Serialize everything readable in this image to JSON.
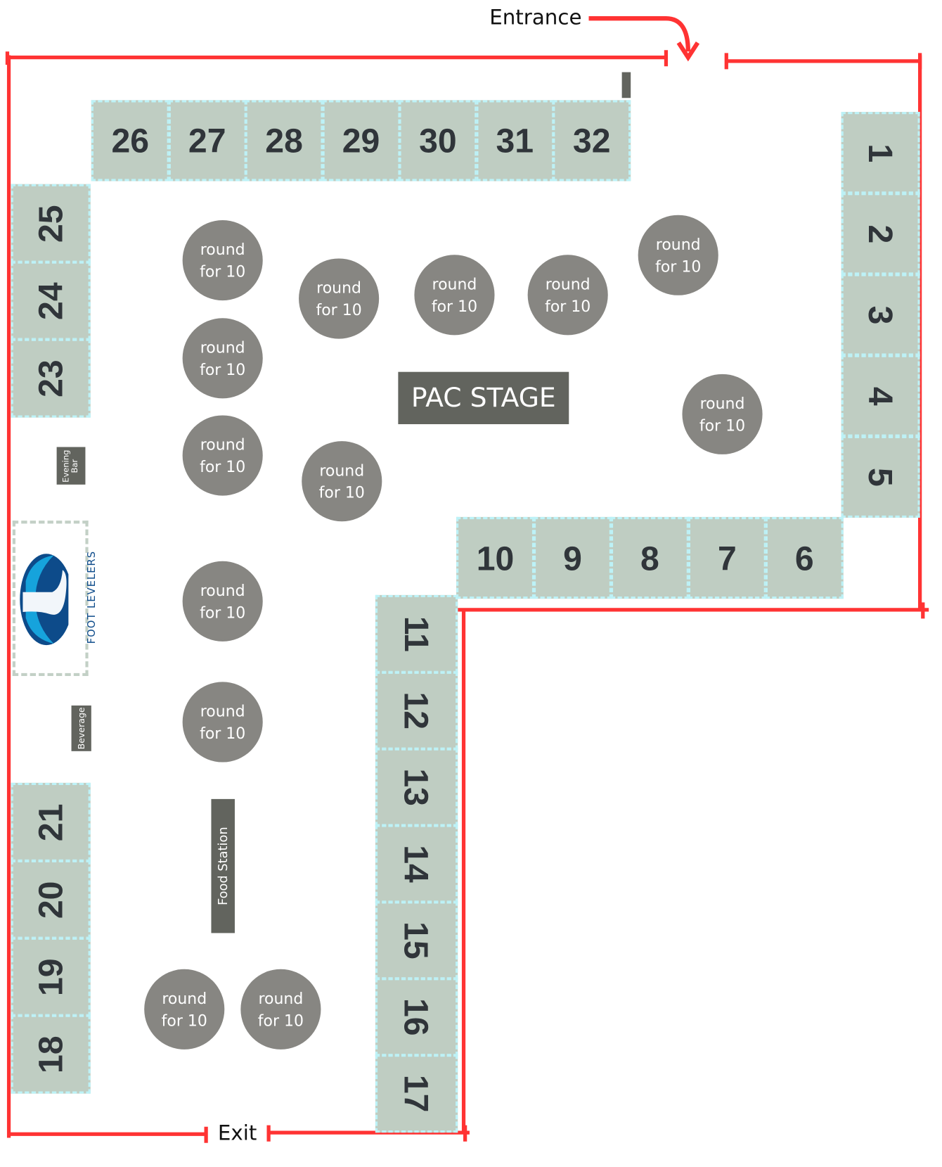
{
  "labels": {
    "entrance": "Entrance",
    "exit": "Exit"
  },
  "booths": {
    "top": [
      "26",
      "27",
      "28",
      "29",
      "30",
      "31",
      "32"
    ],
    "right": [
      "1",
      "2",
      "3",
      "4",
      "5"
    ],
    "middle_row": [
      "10",
      "9",
      "8",
      "7",
      "6"
    ],
    "center_column": [
      "11",
      "12",
      "13",
      "14",
      "15",
      "16",
      "17"
    ],
    "left_upper": [
      "25",
      "24",
      "23"
    ],
    "left_lower": [
      "21",
      "20",
      "19",
      "18"
    ]
  },
  "round_table": {
    "line1": "round",
    "line2": "for 10",
    "count": 13
  },
  "stage": "PAC STAGE",
  "stations": {
    "evening_bar_1": "Evening",
    "evening_bar_2": "Bar",
    "beverage": "Beverage",
    "food": "Food Station"
  },
  "sponsor_logo": "FOOT LEVELERS",
  "colors": {
    "wall": "#ff3333",
    "booth": "#bfcdc2",
    "booth_border": "#bdf2f7",
    "round": "#878682",
    "station": "#62645e",
    "logo": "#0d4b8a"
  }
}
